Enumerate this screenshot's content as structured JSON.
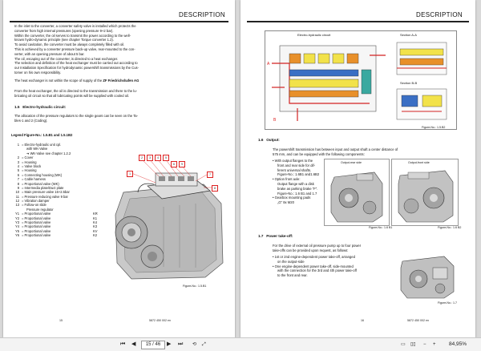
{
  "left_page": {
    "header": "DESCRIPTION",
    "intro_lines": [
      "In the inlet to the converter, a converter safety valve is installed which protects the",
      "converter from high internal pressures (opening pressure 9+2 bar).",
      "Within the converter, the oil serves to transmit the power according to the well-",
      "known hydro-dynamic principle (see chapter Torque converter 1.2).",
      "To avoid cavitation, the converter must be always completely filled with oil.",
      "This is achieved by a converter pressure back-up valve, rear-mounted to the con-",
      "verter, with an opening pressure of about 5 bar.",
      "The oil, escaping out of the converter, is directed to a heat exchanger.",
      "The selection and definition of the heat exchanger must be carried out according to",
      "our Installation Specification for hydrodynamic powershift transmissions by the Cus-",
      "tomer on his own responsibility."
    ],
    "exchanger_prefix": "The heat exchanger is not within the scope of supply of the ",
    "exchanger_company": "ZF Friedrichshafen AG",
    "flow_lines": [
      "From the heat exchanger, the oil is directed to the transmission and there to the lu-",
      "bricating oil circuit so that all lubricating points will be supplied with cooled oil."
    ],
    "section_number": "1.5",
    "section_title": "Electro-hydraulic circuit:",
    "allocation_lines": [
      "The allocation of the pressure regulators to the single gears can be seen on the Ta-",
      "bles-1 and 2 (Coding)."
    ],
    "legend_title": "Legend Figure-No.: 1.5.B1 and 1.5.1B2",
    "legend": [
      {
        "n": "1",
        "t": "= Electro-hydraulic unit cpl.",
        "c": ""
      },
      {
        "n": "",
        "t": "with WK-Valve",
        "c": ""
      },
      {
        "n": "",
        "t": "➔ WK-Valve see chapter 1.2.2",
        "c": ""
      },
      {
        "n": "2",
        "t": "= Cover",
        "c": ""
      },
      {
        "n": "3",
        "t": "= Housing",
        "c": ""
      },
      {
        "n": "4",
        "t": "= Valve block",
        "c": ""
      },
      {
        "n": "5",
        "t": "= Housing",
        "c": ""
      },
      {
        "n": "6",
        "t": "= Connecting housing (WK)",
        "c": ""
      },
      {
        "n": "7",
        "t": "= Cable harness",
        "c": ""
      },
      {
        "n": "8",
        "t": "= Proportional valve (WK)",
        "c": ""
      },
      {
        "n": "9",
        "t": "= Intermedia plate/Duct plate",
        "c": ""
      },
      {
        "n": "10",
        "t": "= Main pressure valve 16+2.5bar",
        "c": ""
      },
      {
        "n": "11",
        "t": "= Pressure reducing valve 9 bar",
        "c": ""
      },
      {
        "n": "12",
        "t": "= Vibration damper",
        "c": ""
      },
      {
        "n": "13",
        "t": "= Follow-on slide",
        "c": ""
      },
      {
        "n": "",
        "t": "Pressure regulator",
        "c": ""
      },
      {
        "n": "Y1",
        "t": "= Proportional valve",
        "c": "KR"
      },
      {
        "n": "Y2",
        "t": "= Proportional valve",
        "c": "K1"
      },
      {
        "n": "Y3",
        "t": "= Proportional valve",
        "c": "K4"
      },
      {
        "n": "Y4",
        "t": "= Proportional valve",
        "c": "K3"
      },
      {
        "n": "Y5",
        "t": "= Proportional valve",
        "c": "KV"
      },
      {
        "n": "Y6",
        "t": "= Proportional valve",
        "c": "K2"
      }
    ],
    "figure_caption": "Figure-No.: 1.5.B1",
    "page_number": "15",
    "doc_number": "5872 450 002 en"
  },
  "right_page": {
    "header": "DESCRIPTION",
    "fig_title": "Electro-hydraulic circuit",
    "section_aa": "Section A-A",
    "section_bb": "Section B-B",
    "fig_caption_b2": "Figure-No.: 1.5.B2",
    "output_number": "1.6",
    "output_title": "Output:",
    "output_lines": [
      "The powershift transmission has between input and output shaft a center distance of",
      "575 mm, and can be equipped with the following components:"
    ],
    "bullets_output": [
      [
        "With output flanges to the",
        "front and rear side for dif-",
        "ferent universal shafts.",
        "Figure-No.: 1.6B1 and1.6B2"
      ],
      [
        "Option front axle:",
        "Output flange with a disk",
        "brake as parking brake \"F\".",
        "Figure-No.: 1.6 B1 and 1.7"
      ],
      [
        "Gearbox    mounting    pads",
        "„G“ 8x M20"
      ]
    ],
    "output_rear_label": "Output-rear side",
    "output_front_label": "Output-front side",
    "cap_b1": "Figure-No.: 1.6 B1",
    "cap_b2": "Figure-No.: 1.6 B2",
    "pto_number": "1.7",
    "pto_title": "Power take-off:",
    "pto_lines": [
      "For the drive of external oil pressure pump up to four power",
      "take-offs can be provided upon request, as follows:"
    ],
    "bullets_pto": [
      [
        "1st or 2nd engine-dependent power take-off, arranged",
        "on the output-side"
      ],
      [
        "One engine-dependent power take-off, side-mounted",
        "with the connection for the 3rd and 4th power take-off",
        "to the front and rear."
      ]
    ],
    "cap_17": "Figure-No.: 1.7",
    "page_number": "16",
    "doc_number": "5872 450 002 en"
  },
  "status_bar": {
    "page_input": "15 / 46",
    "zoom": "84,95%"
  },
  "colors": {
    "valve_yellow": "#f2e24a",
    "valve_orange": "#e8902a",
    "valve_blue": "#3a6fc4",
    "line_red": "#d22222",
    "teal": "#3aa9a0"
  }
}
